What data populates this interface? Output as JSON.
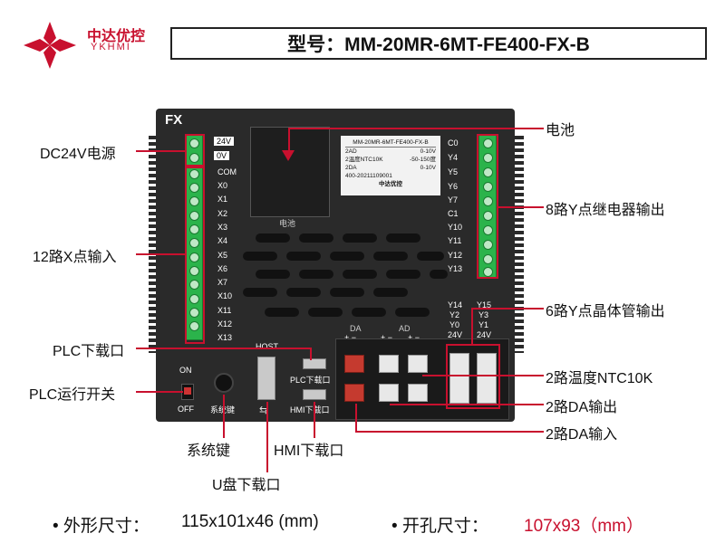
{
  "header": {
    "brand": "中达优控",
    "brand_en": "YKHMI",
    "model": "型号：MM-20MR-6MT-FE400-FX-B"
  },
  "device": {
    "series_label": "FX",
    "power_terms": [
      "24V",
      "0V"
    ],
    "input_terms": [
      "COM",
      "X0",
      "X1",
      "X2",
      "X3",
      "X4",
      "X5",
      "X6",
      "X7",
      "X10",
      "X11",
      "X12",
      "X13"
    ],
    "output_terms": [
      "C0",
      "Y4",
      "Y5",
      "Y6",
      "Y7",
      "C1",
      "Y10",
      "Y11",
      "Y12",
      "Y13"
    ],
    "transistor_terms_a": [
      "Y14",
      "Y2",
      "Y0",
      "24V"
    ],
    "transistor_terms_b": [
      "Y15",
      "Y3",
      "Y1",
      "24V"
    ],
    "battery_label": "电池",
    "nameplate": {
      "model": "MM-20MR-6MT-FE400-FX-B",
      "row1_l": "2AD",
      "row1_r": "0-10V",
      "row2_l": "2温度NTC10K",
      "row2_r": "-50-150度",
      "row3_l": "2DA",
      "row3_r": "0-10V",
      "serial": "400-20211109001",
      "brand": "中达优控"
    },
    "da_label": "DA",
    "ad_label": "AD",
    "pm": "+ −",
    "host_label": "HOST",
    "plc_port_label": "PLC下载口",
    "hmi_port_label": "HMI下载口",
    "key_label": "系统键",
    "switch_on": "ON",
    "switch_off": "OFF"
  },
  "callouts": {
    "dc24v": "DC24V电源",
    "x_inputs": "12路X点输入",
    "plc_download": "PLC下载口",
    "plc_run_switch": "PLC运行开关",
    "system_key": "系统键",
    "usb_download": "U盘下载口",
    "hmi_download": "HMI下载口",
    "battery": "电池",
    "relay_out": "8路Y点继电器输出",
    "transistor_out": "6路Y点晶体管输出",
    "ntc": "2路温度NTC10K",
    "da_out": "2路DA输出",
    "da_in": "2路DA输入"
  },
  "footer": {
    "dims_label": "• 外形尺寸：",
    "dims_value": "115x101x46 (mm)",
    "cutout_label": "• 开孔尺寸：",
    "cutout_value": "107x93（mm）"
  },
  "colors": {
    "accent": "#c8102e",
    "terminal": "#2bb34b",
    "body": "#2a2a2a"
  }
}
